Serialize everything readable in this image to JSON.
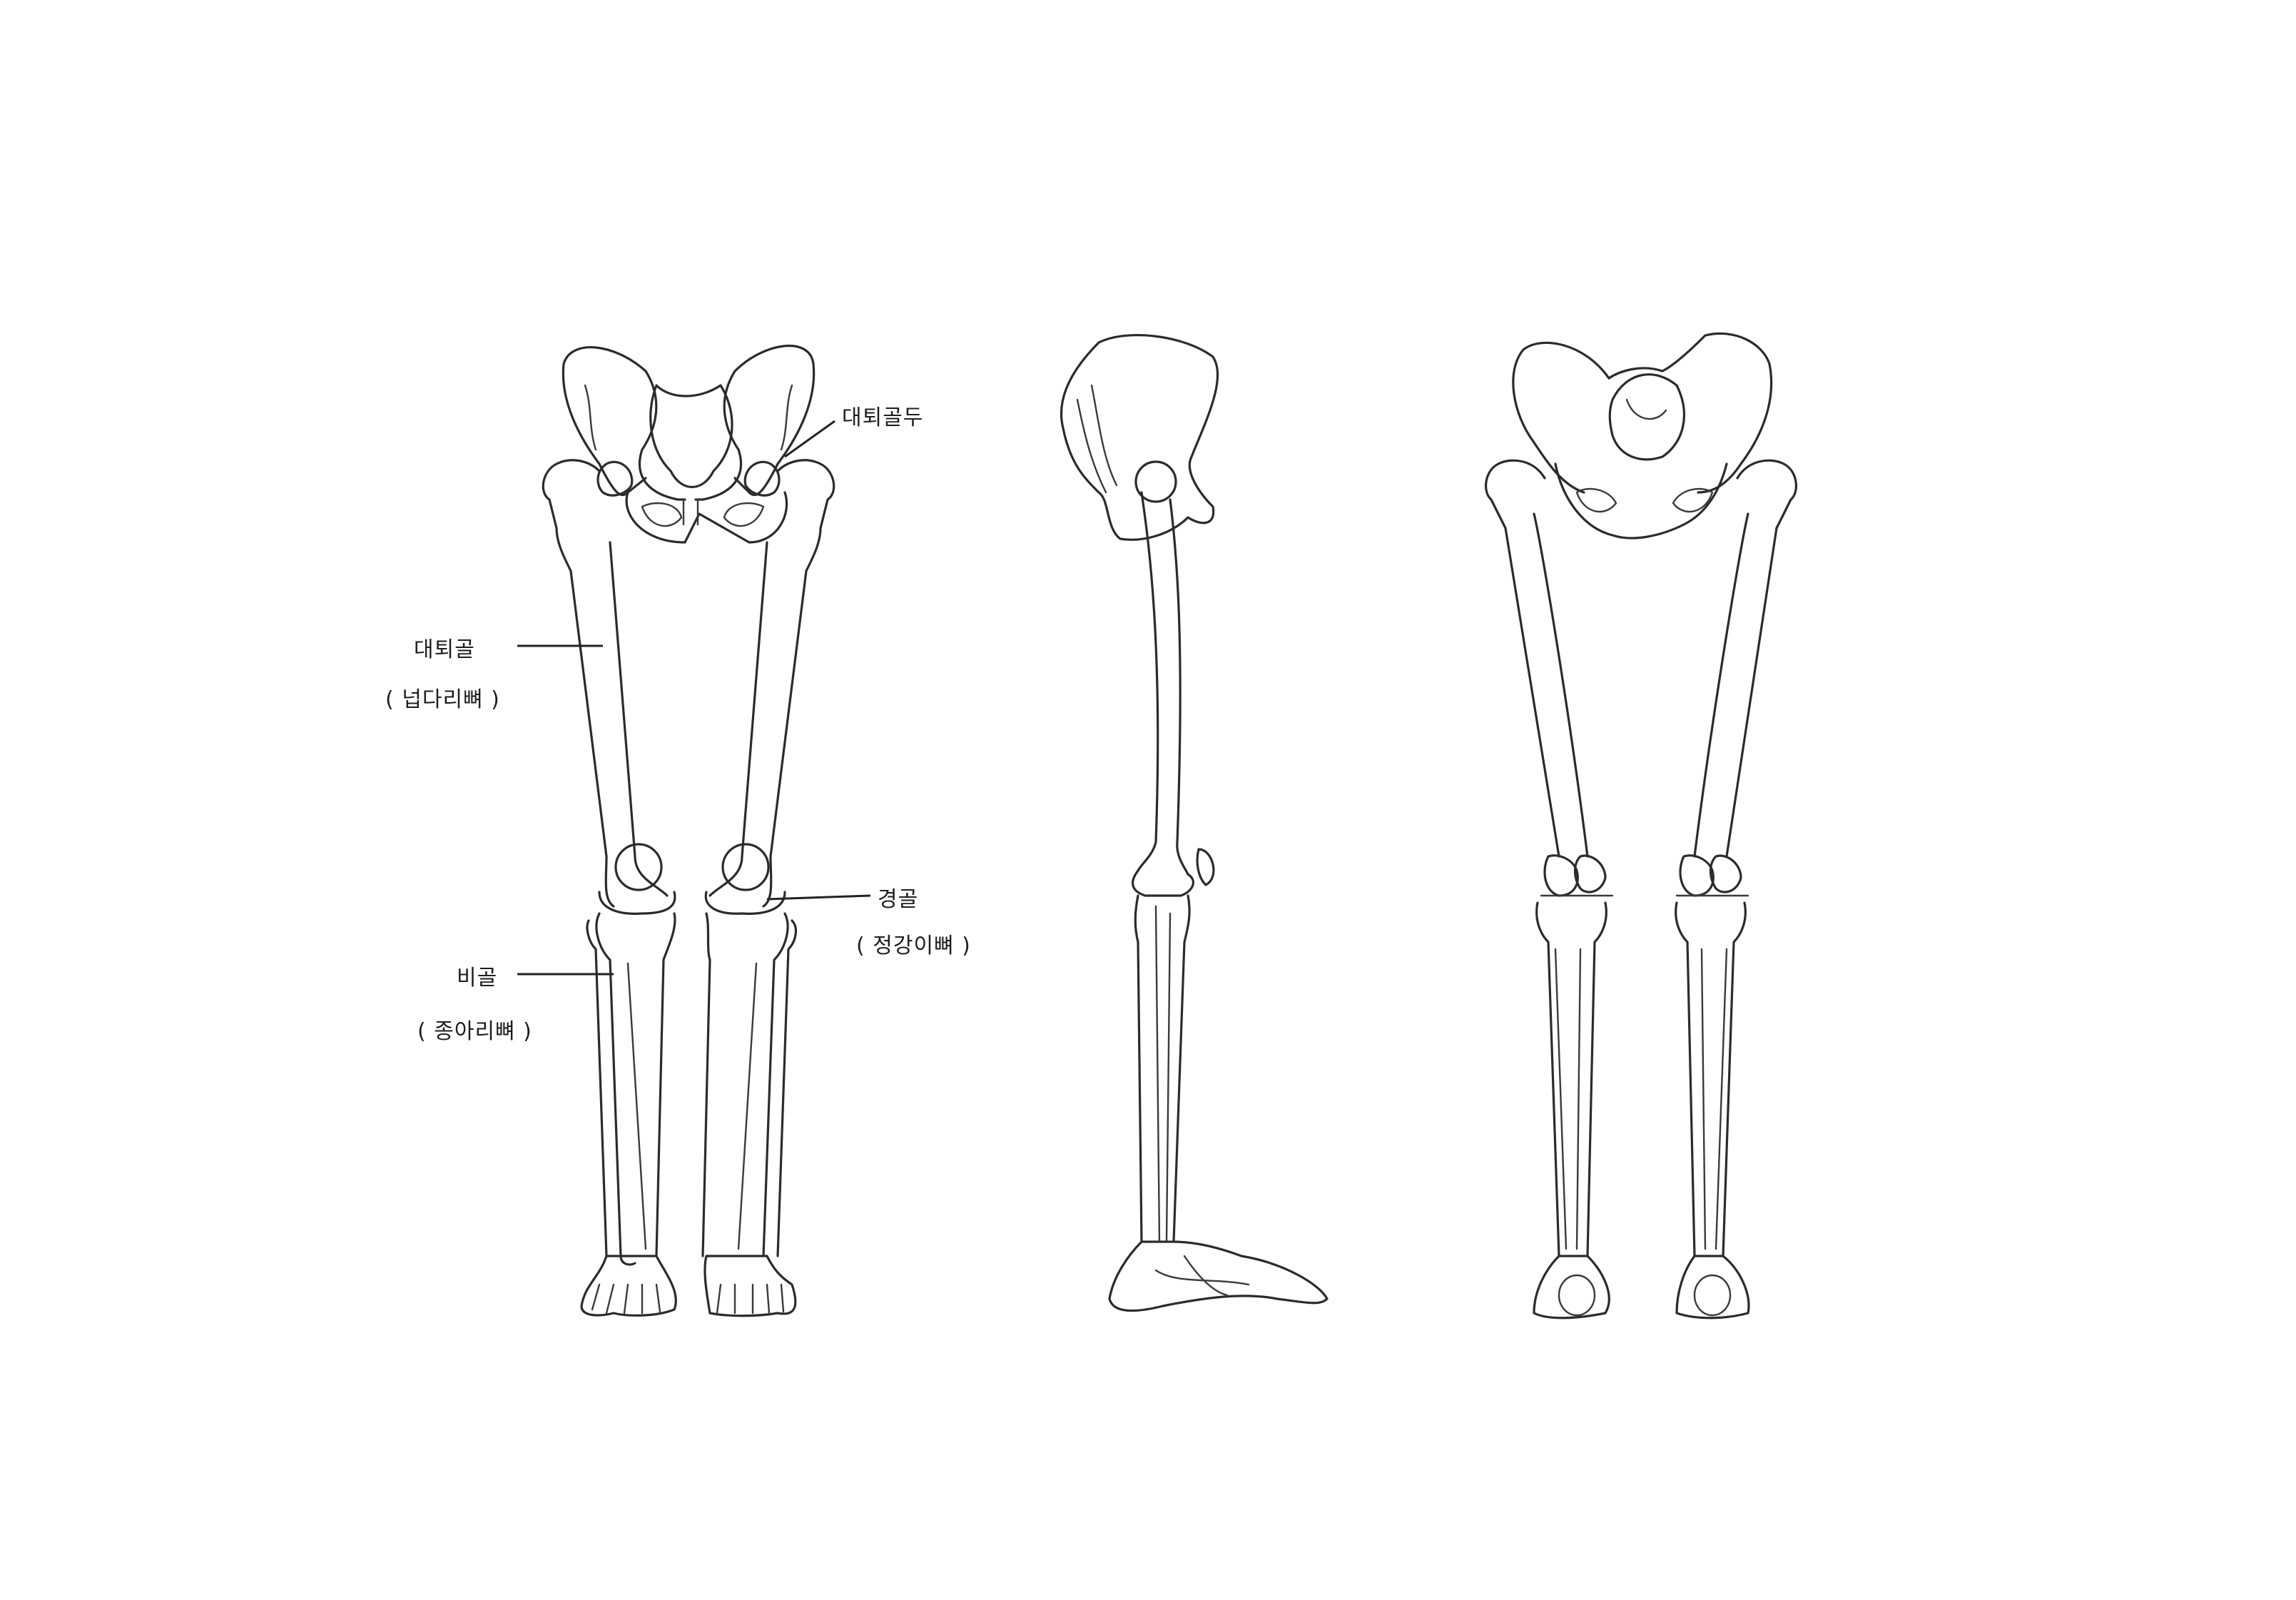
{
  "labels": {
    "femoral_head": "대퇴골두",
    "femur": "대퇴골",
    "femur_sub": "( 넙다리뼈 )",
    "fibula": "비골",
    "fibula_sub": "( 종아리뼈 )",
    "tibia": "경골",
    "tibia_sub": "( 정강이뼈 )"
  },
  "views": [
    "front-view",
    "side-view",
    "back-view"
  ],
  "colors": {
    "ink": "#2b2b2b",
    "paper": "#ffffff"
  }
}
